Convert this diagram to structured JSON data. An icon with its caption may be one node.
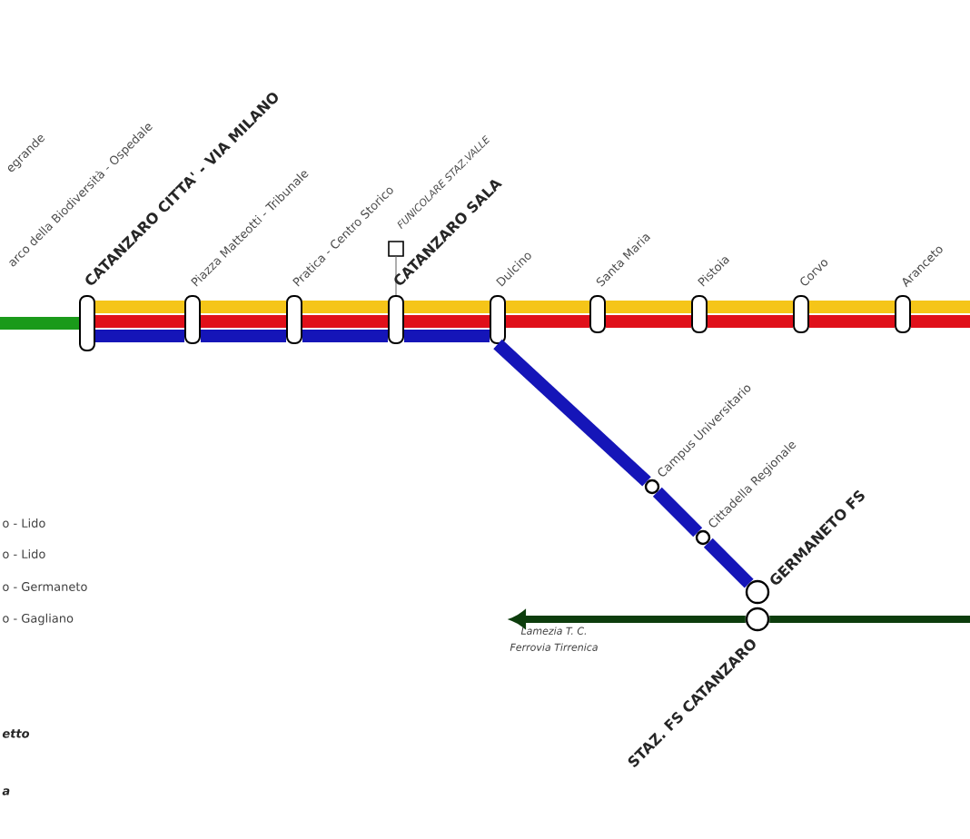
{
  "diagram": {
    "nodes": [
      {
        "text": [],
        "shape": "box",
        "beside": [
          "CATANZARO CITTA' - VIA MILANO"
        ]
      },
      {
        "text": [],
        "shape": "box",
        "beside": [
          "Piazza Matteotti - Tribunale"
        ]
      },
      {
        "text": [],
        "shape": "box"
      },
      {
        "text": [],
        "shape": "box"
      },
      {
        "text": [],
        "shape": "box",
        "beside": [
          "FUNICOLARE STAZ.VALLE"
        ]
      },
      {
        "text": [],
        "shape": "box",
        "beside": [
          "Dulcino"
        ]
      },
      {
        "text": [],
        "shape": "box",
        "beside": [
          "Santa Maria"
        ]
      },
      {
        "text": [],
        "shape": "box",
        "beside": [
          "Pistoia"
        ]
      },
      {
        "text": [],
        "shape": "box",
        "beside": [
          "Corvo"
        ]
      },
      {
        "text": [],
        "shape": "box",
        "beside": [
          "Aranceto"
        ]
      },
      {
        "text": [],
        "shape": "circle",
        "beside": [
          "Campus Universitario"
        ]
      },
      {
        "text": [],
        "shape": "circle",
        "beside": [
          "Cittadella Regionale"
        ]
      },
      {
        "text": [],
        "shape": "circle",
        "beside": [
          "GERMANETO FS"
        ]
      },
      {
        "text": [],
        "shape": "circle",
        "beside": [
          "STAZ. FS CATANZARO"
        ]
      },
      {
        "text": [
          "Lamezia T. C.",
          "Ferrovia Tirrenica"
        ]
      }
    ],
    "edges": [
      {
        "from": null,
        "to": 0,
        "arrow": "none",
        "color": "#1a9a1a"
      },
      {
        "from": 0,
        "to": 1,
        "arrow": "none",
        "color": "#f5c518"
      },
      {
        "from": 1,
        "to": 2,
        "arrow": "none",
        "color": "#f5c518"
      },
      {
        "from": 2,
        "to": 3,
        "arrow": "none",
        "color": "#f5c518"
      },
      {
        "from": 3,
        "to": 5,
        "arrow": "none",
        "color": "#f5c518"
      },
      {
        "from": 5,
        "to": 6,
        "arrow": "none",
        "color": "#f5c518"
      },
      {
        "from": 6,
        "to": 7,
        "arrow": "none",
        "color": "#f5c518"
      },
      {
        "from": 7,
        "to": 8,
        "arrow": "none",
        "color": "#f5c518"
      },
      {
        "from": 8,
        "to": 9,
        "arrow": "none",
        "color": "#f5c518"
      },
      {
        "from": 9,
        "to": null,
        "arrow": "none",
        "color": "#f5c518"
      },
      {
        "from": 0,
        "to": 1,
        "arrow": "none",
        "color": "#e0101a"
      },
      {
        "from": 1,
        "to": 2,
        "arrow": "none",
        "color": "#e0101a"
      },
      {
        "from": 2,
        "to": 3,
        "arrow": "none",
        "color": "#e0101a"
      },
      {
        "from": 3,
        "to": 5,
        "arrow": "none",
        "color": "#e0101a"
      },
      {
        "from": 5,
        "to": 6,
        "arrow": "none",
        "color": "#e0101a"
      },
      {
        "from": 6,
        "to": 7,
        "arrow": "none",
        "color": "#e0101a"
      },
      {
        "from": 7,
        "to": 8,
        "arrow": "none",
        "color": "#e0101a"
      },
      {
        "from": 8,
        "to": 9,
        "arrow": "none",
        "color": "#e0101a"
      },
      {
        "from": 9,
        "to": null,
        "arrow": "none",
        "color": "#e0101a"
      },
      {
        "from": 0,
        "to": 1,
        "arrow": "none",
        "color": "#1515b8"
      },
      {
        "from": 1,
        "to": 2,
        "arrow": "none",
        "color": "#1515b8"
      },
      {
        "from": 2,
        "to": 3,
        "arrow": "none",
        "color": "#1515b8"
      },
      {
        "from": 3,
        "to": 5,
        "arrow": "none",
        "color": "#1515b8"
      },
      {
        "from": 5,
        "to": 10,
        "arrow": "none",
        "color": "#1515b8"
      },
      {
        "from": 10,
        "to": 11,
        "arrow": "none",
        "color": "#1515b8"
      },
      {
        "from": 11,
        "to": 12,
        "arrow": "none",
        "color": "#1515b8"
      },
      {
        "from": 4,
        "to": 3,
        "arrow": "none",
        "color": "#999999"
      },
      {
        "from": 13,
        "to": 14,
        "arrow": "to",
        "color": "#0d3d0d"
      },
      {
        "from": null,
        "to": 13,
        "arrow": "none",
        "color": "#0d3d0d"
      }
    ],
    "labels": [
      "egrande",
      "arco della Biodiversità - Ospedale",
      "Pratica - Centro Storico",
      "CATANZARO SALA",
      "o - Lido",
      "o - Lido",
      "o - Germaneto",
      "o - Gagliano",
      "etto",
      "a"
    ]
  }
}
